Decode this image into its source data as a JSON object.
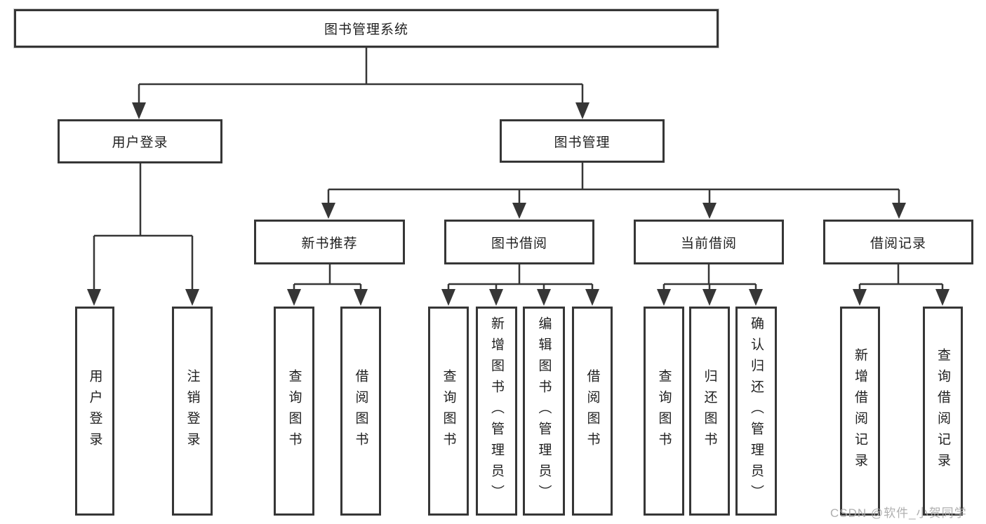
{
  "diagram": {
    "root": {
      "label": "图书管理系统"
    },
    "branches": {
      "user_login": {
        "label": "用户登录",
        "children": [
          {
            "label": "用户登录"
          },
          {
            "label": "注销登录"
          }
        ]
      },
      "book_mgmt": {
        "label": "图书管理",
        "sections": [
          {
            "label": "新书推荐",
            "children": [
              {
                "label": "查询图书"
              },
              {
                "label": "借阅图书"
              }
            ]
          },
          {
            "label": "图书借阅",
            "children": [
              {
                "label": "查询图书"
              },
              {
                "label": "新增图书（管理员）"
              },
              {
                "label": "编辑图书（管理员）"
              },
              {
                "label": "借阅图书"
              }
            ]
          },
          {
            "label": "当前借阅",
            "children": [
              {
                "label": "查询图书"
              },
              {
                "label": "归还图书"
              },
              {
                "label": "确认归还（管理员）"
              }
            ]
          },
          {
            "label": "借阅记录",
            "children": [
              {
                "label": "新增借阅记录"
              },
              {
                "label": "查询借阅记录"
              }
            ]
          }
        ]
      }
    }
  },
  "watermark": {
    "text": "CSDN @软件_小贺同学"
  },
  "colors": {
    "line": "#363636",
    "text": "#1f1f1f",
    "background": "#ffffff",
    "watermark": "#a8a8a8"
  }
}
